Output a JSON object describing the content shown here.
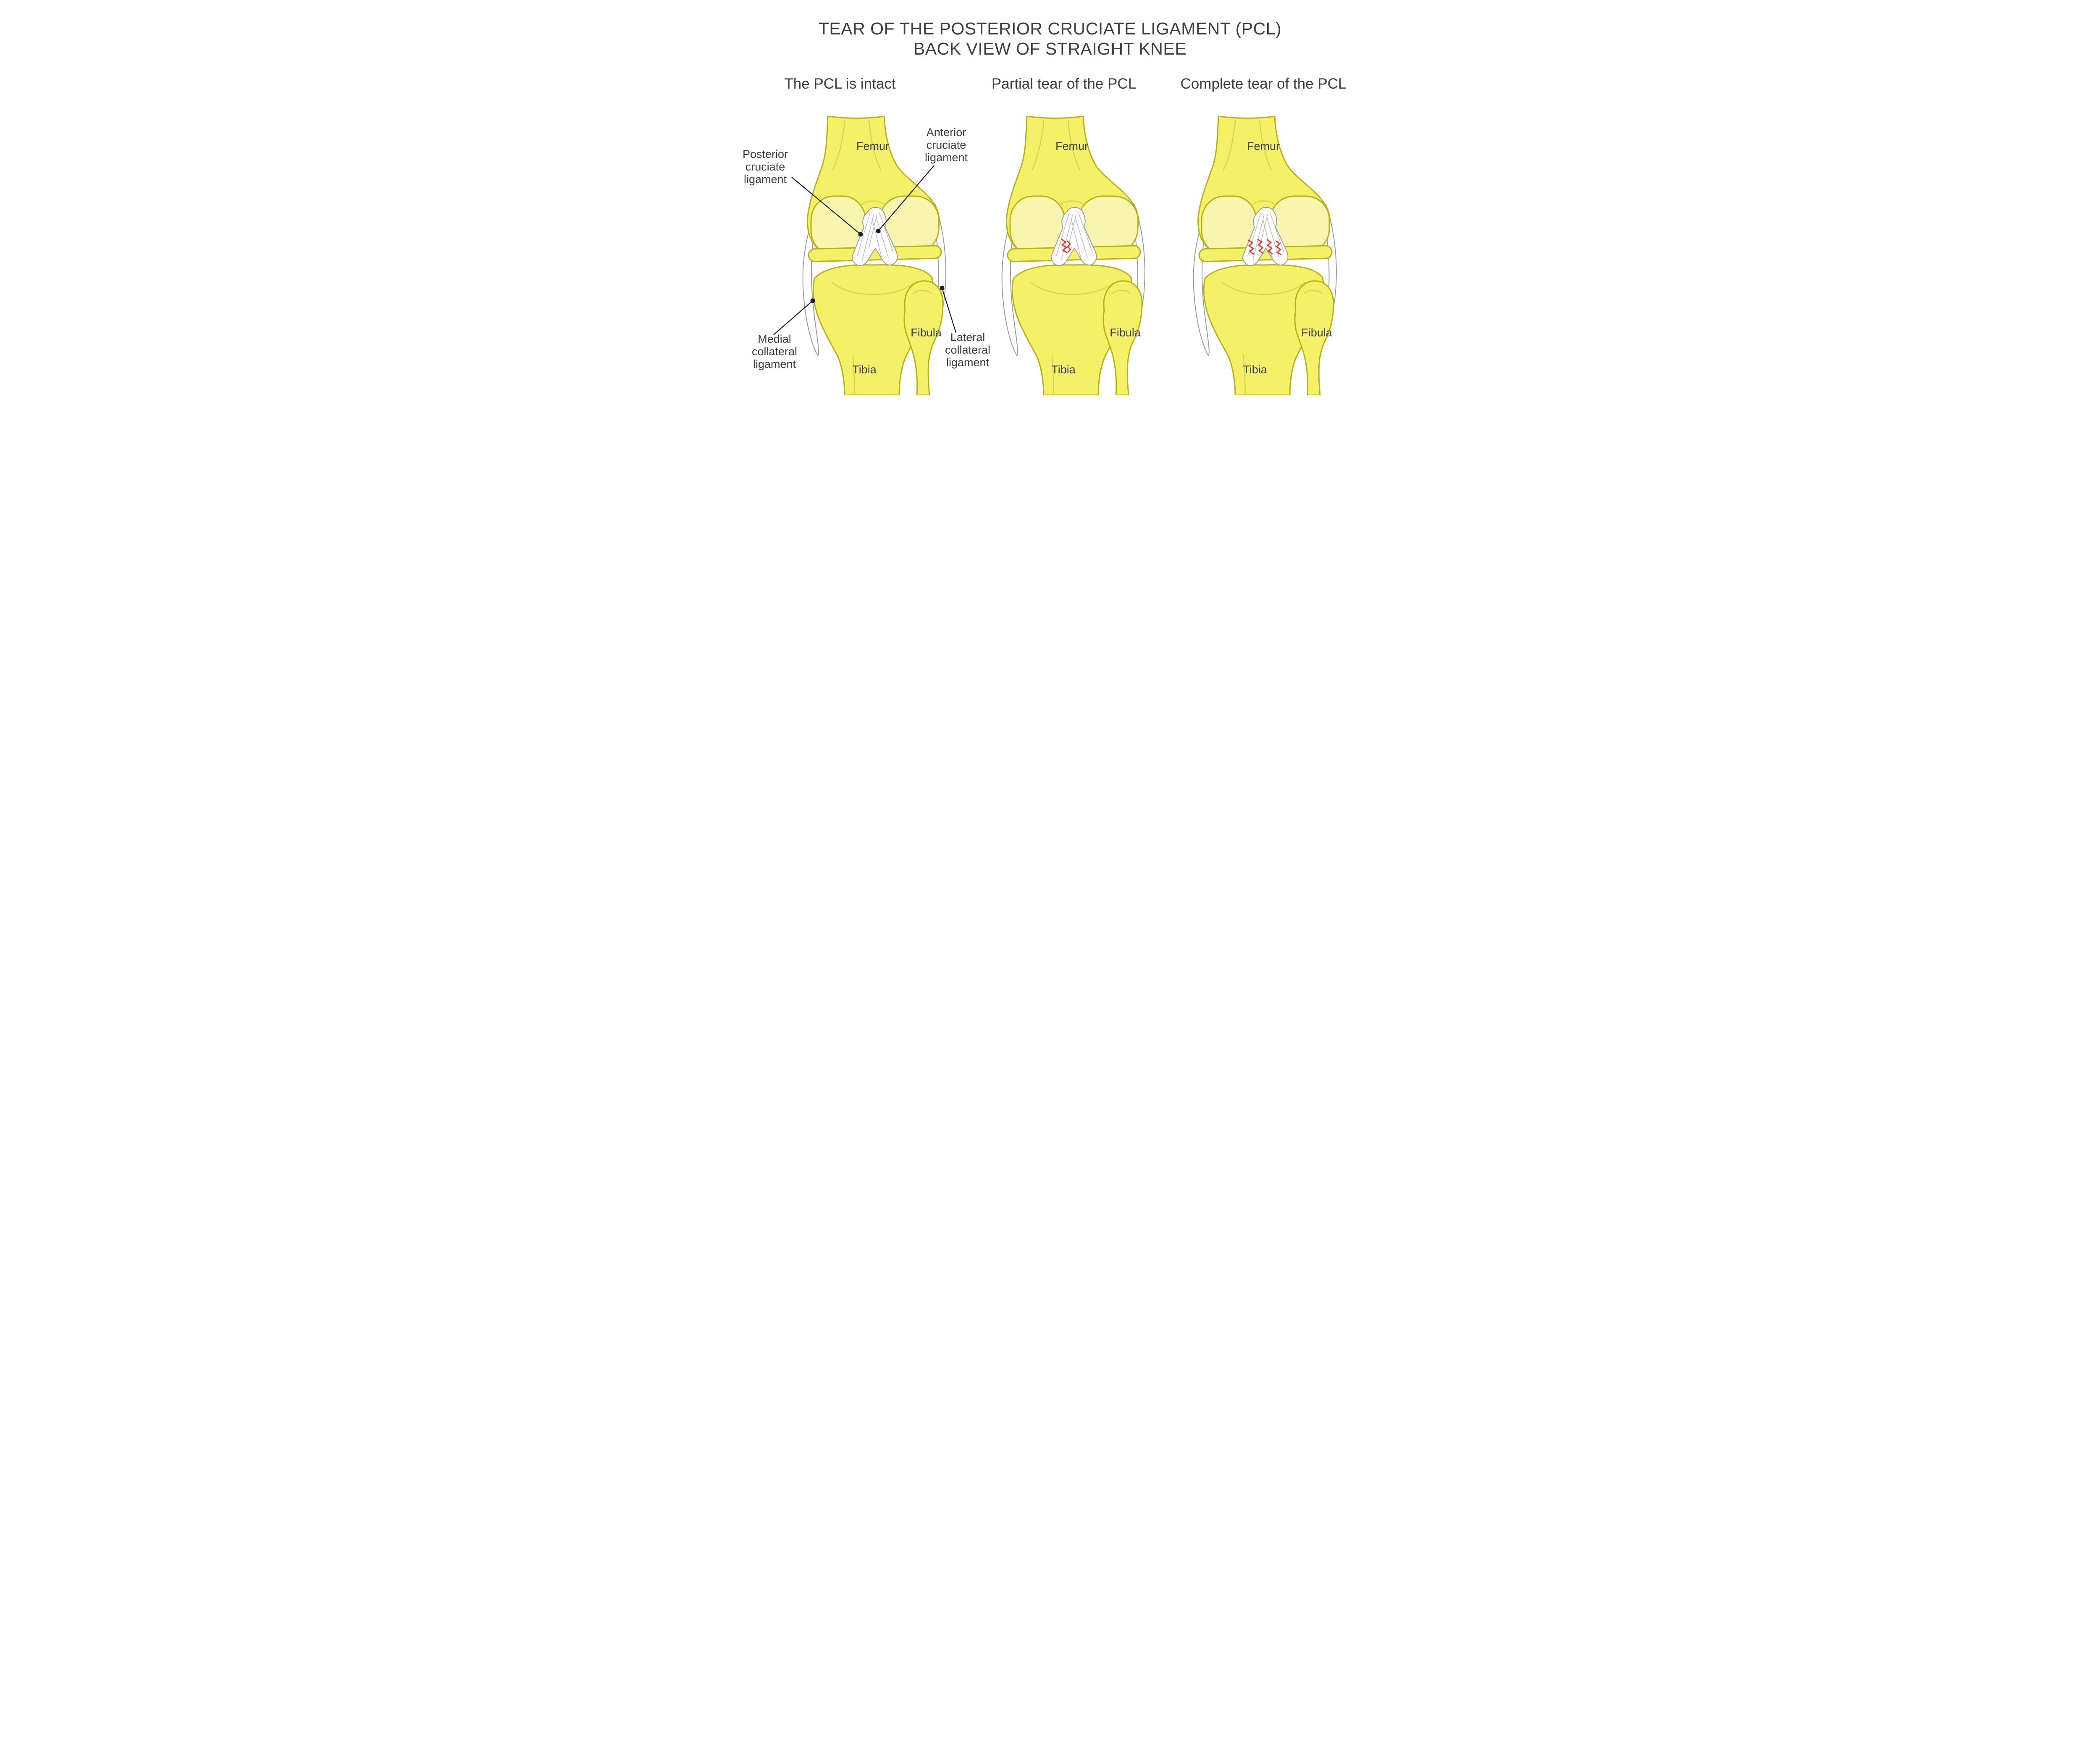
{
  "title": {
    "line1": "TEAR OF THE POSTERIOR CRUCIATE LIGAMENT (PCL)",
    "line2": "BACK VIEW OF STRAIGHT KNEE"
  },
  "panels": [
    {
      "heading": "The PCL is intact",
      "labels": {
        "femur": "Femur",
        "tibia": "Tibia",
        "fibula": "Fibula"
      },
      "callouts": {
        "posterior": [
          "Posterior",
          "cruciate",
          "ligament"
        ],
        "anterior": [
          "Anterior",
          "cruciate",
          "ligament"
        ],
        "medial": [
          "Medial",
          "collateral",
          "ligament"
        ],
        "lateral": [
          "Lateral",
          "collateral",
          "ligament"
        ]
      }
    },
    {
      "heading": "Partial tear of the PCL",
      "labels": {
        "femur": "Femur",
        "tibia": "Tibia",
        "fibula": "Fibula"
      }
    },
    {
      "heading": "Complete tear of the PCL",
      "labels": {
        "femur": "Femur",
        "tibia": "Tibia",
        "fibula": "Fibula"
      }
    }
  ],
  "colors": {
    "bone": "#f4f169",
    "boneLight": "#f8f6ae",
    "outline": "#b8b214",
    "detail": "#d8d44a",
    "ligament": "#ffffff",
    "ligamentStroke": "#9c9c9c",
    "fiber": "#bdbdbd",
    "tear": "#e53528",
    "text": "#3e3e3e",
    "callout": "#1c1c1c"
  }
}
